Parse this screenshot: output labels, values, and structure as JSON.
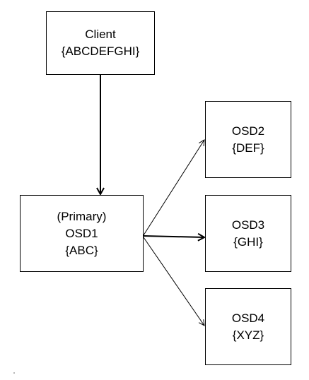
{
  "diagram": {
    "nodes": {
      "client": {
        "lines": [
          "Client",
          "{ABCDEFGHI}"
        ]
      },
      "primary": {
        "lines": [
          "(Primary)",
          "OSD1",
          "{ABC}"
        ]
      },
      "osd2": {
        "lines": [
          "OSD2",
          "{DEF}"
        ]
      },
      "osd3": {
        "lines": [
          "OSD3",
          "{GHI}"
        ]
      },
      "osd4": {
        "lines": [
          "OSD4",
          "{XYZ}"
        ]
      }
    },
    "edges": [
      {
        "from": "client",
        "to": "primary",
        "style": "bold"
      },
      {
        "from": "primary",
        "to": "osd2",
        "style": "thin"
      },
      {
        "from": "primary",
        "to": "osd3",
        "style": "bold"
      },
      {
        "from": "primary",
        "to": "osd4",
        "style": "thin"
      }
    ],
    "colors": {
      "line": "#000000",
      "box_border": "#000000",
      "background": "#ffffff"
    }
  }
}
